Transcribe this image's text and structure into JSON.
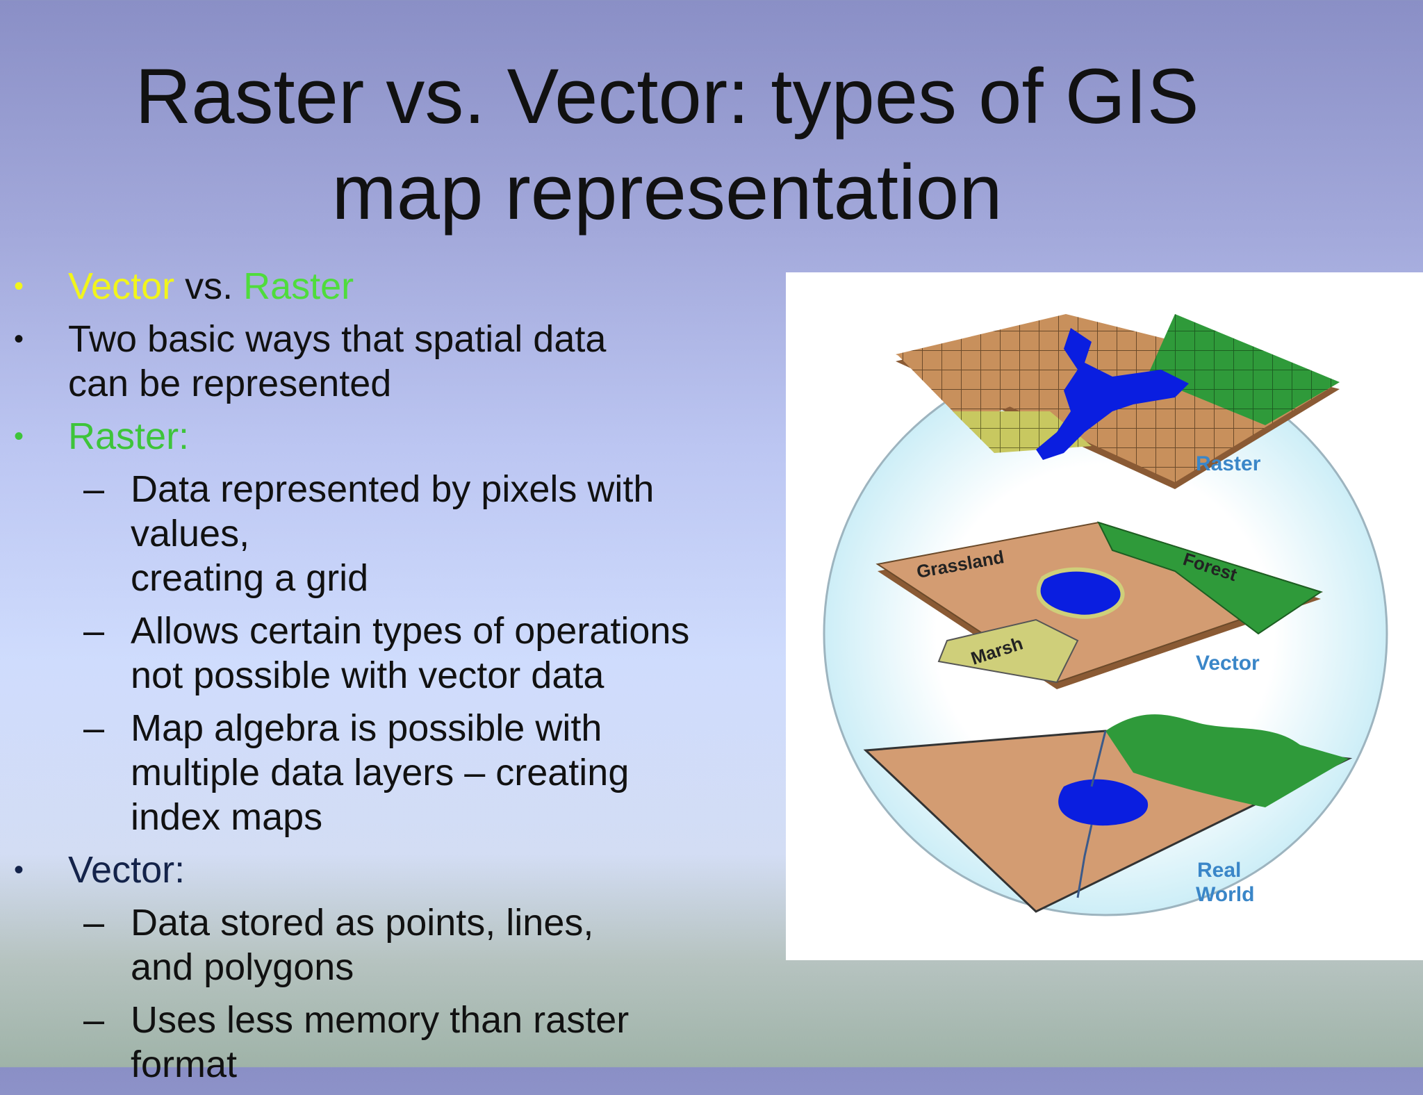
{
  "slide": {
    "title_line1": "Raster vs. Vector: types of GIS",
    "title_line2": "map  representation"
  },
  "bullets": {
    "b1": {
      "vector": "Vector",
      "vs": " vs. ",
      "raster": "Raster"
    },
    "b2": {
      "line1": "Two basic ways that spatial data",
      "line2": "can be  represented"
    },
    "b3": "Raster:",
    "raster_sub": [
      {
        "lines": [
          "Data represented by pixels with",
          "values,",
          "creating a grid"
        ]
      },
      {
        "lines": [
          "Allows certain types of operations",
          "not  possible with vector data"
        ]
      },
      {
        "lines": [
          "Map algebra is possible with",
          "multiple  data layers – creating",
          "index maps"
        ]
      }
    ],
    "b4": "Vector:",
    "vector_sub": [
      {
        "lines": [
          "Data stored as points, lines,",
          "and  polygons"
        ]
      },
      {
        "lines": [
          "Uses less memory than raster",
          "format"
        ]
      }
    ],
    "bullet_mark": "•",
    "dash_mark": "–"
  },
  "figure": {
    "label_raster": "Raster",
    "label_vector": "Vector",
    "label_real_1": "Real",
    "label_real_2": "World",
    "map_grassland": "Grassland",
    "map_forest": "Forest",
    "map_marsh": "Marsh"
  },
  "colors": {
    "vector_word": "#f1f51c",
    "raster_word": "#4fdc3c",
    "water": "#0a1ee0",
    "land": "#d39c72",
    "forest": "#2f9a3a"
  }
}
